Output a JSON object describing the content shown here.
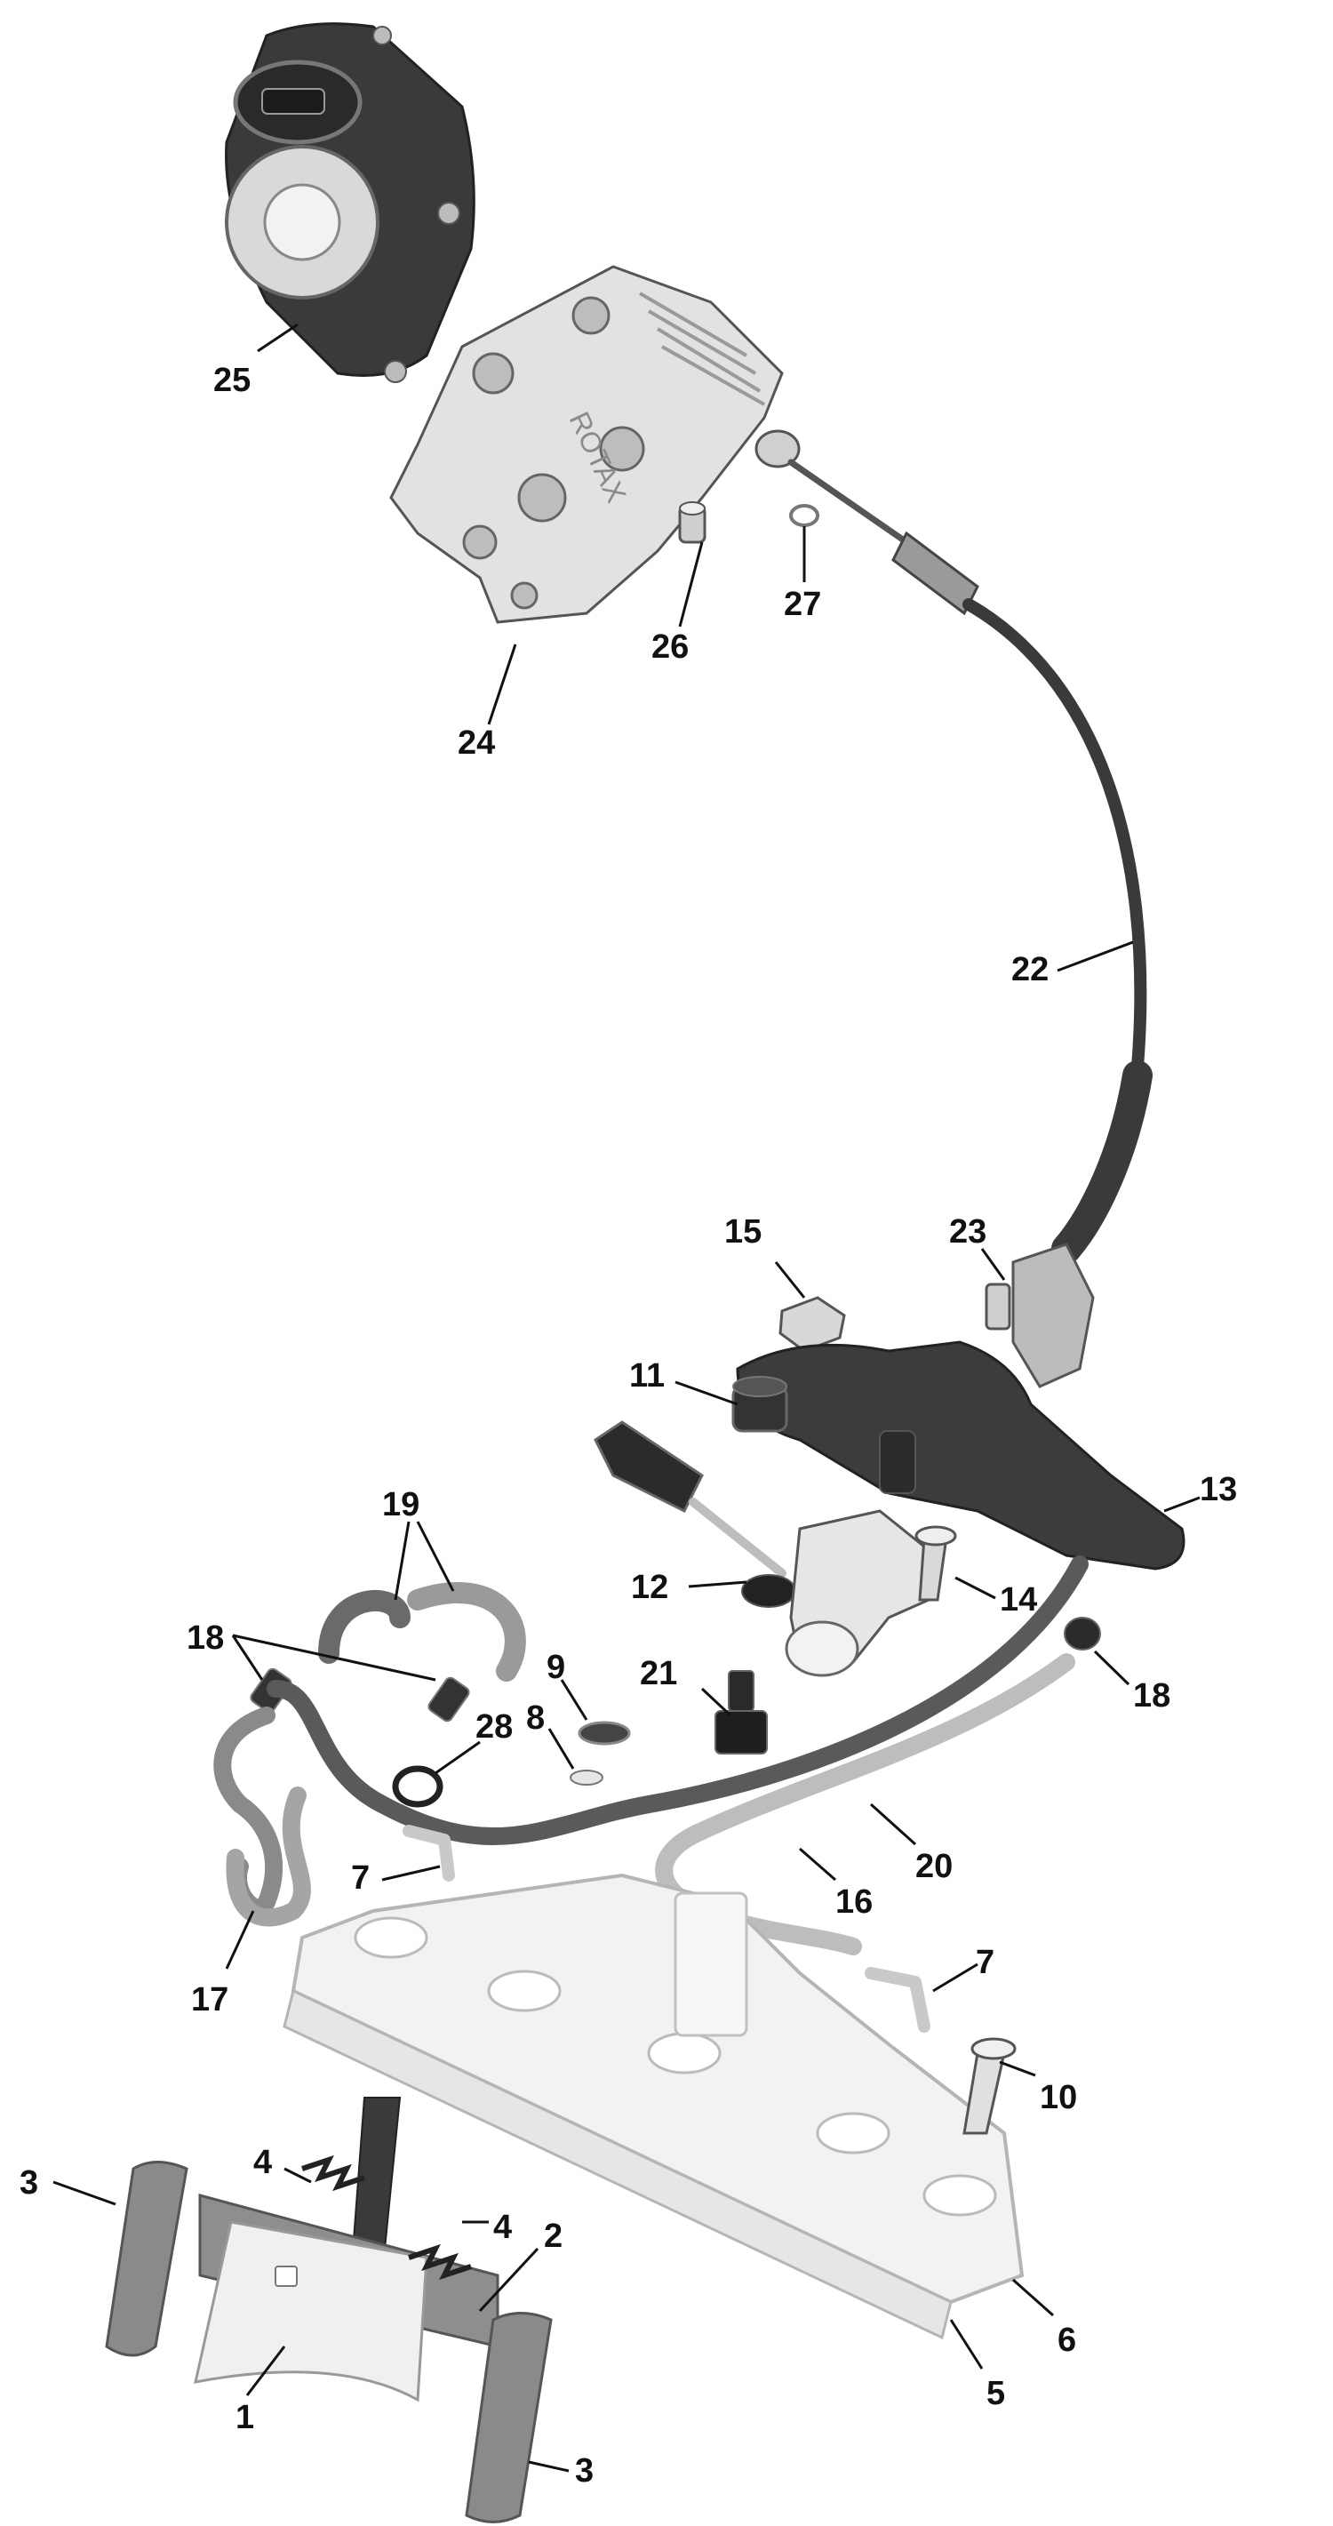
{
  "colors": {
    "dark_part": "#3a3a3a",
    "mid_part": "#8c8c8c",
    "light_part": "#e4e4e4",
    "hose_dark": "#5a5a5a",
    "hose_light": "#b9b9b9",
    "callout_text": "#111111"
  },
  "stamps": {
    "bracket_marking": "ROTAX"
  },
  "callouts": [
    {
      "id": "25",
      "label": "25"
    },
    {
      "id": "24",
      "label": "24"
    },
    {
      "id": "26",
      "label": "26"
    },
    {
      "id": "27",
      "label": "27"
    },
    {
      "id": "22",
      "label": "22"
    },
    {
      "id": "23",
      "label": "23"
    },
    {
      "id": "15",
      "label": "15"
    },
    {
      "id": "11",
      "label": "11"
    },
    {
      "id": "13",
      "label": "13"
    },
    {
      "id": "12",
      "label": "12"
    },
    {
      "id": "14",
      "label": "14"
    },
    {
      "id": "19",
      "label": "19"
    },
    {
      "id": "18a",
      "label": "18"
    },
    {
      "id": "18b",
      "label": "18"
    },
    {
      "id": "9",
      "label": "9"
    },
    {
      "id": "21",
      "label": "21"
    },
    {
      "id": "8",
      "label": "8"
    },
    {
      "id": "28",
      "label": "28"
    },
    {
      "id": "20",
      "label": "20"
    },
    {
      "id": "16",
      "label": "16"
    },
    {
      "id": "7a",
      "label": "7"
    },
    {
      "id": "7b",
      "label": "7"
    },
    {
      "id": "17",
      "label": "17"
    },
    {
      "id": "10",
      "label": "10"
    },
    {
      "id": "4a",
      "label": "4"
    },
    {
      "id": "4b",
      "label": "4"
    },
    {
      "id": "3a",
      "label": "3"
    },
    {
      "id": "3b",
      "label": "3"
    },
    {
      "id": "2",
      "label": "2"
    },
    {
      "id": "1",
      "label": "1"
    },
    {
      "id": "5",
      "label": "5"
    },
    {
      "id": "6",
      "label": "6"
    }
  ]
}
